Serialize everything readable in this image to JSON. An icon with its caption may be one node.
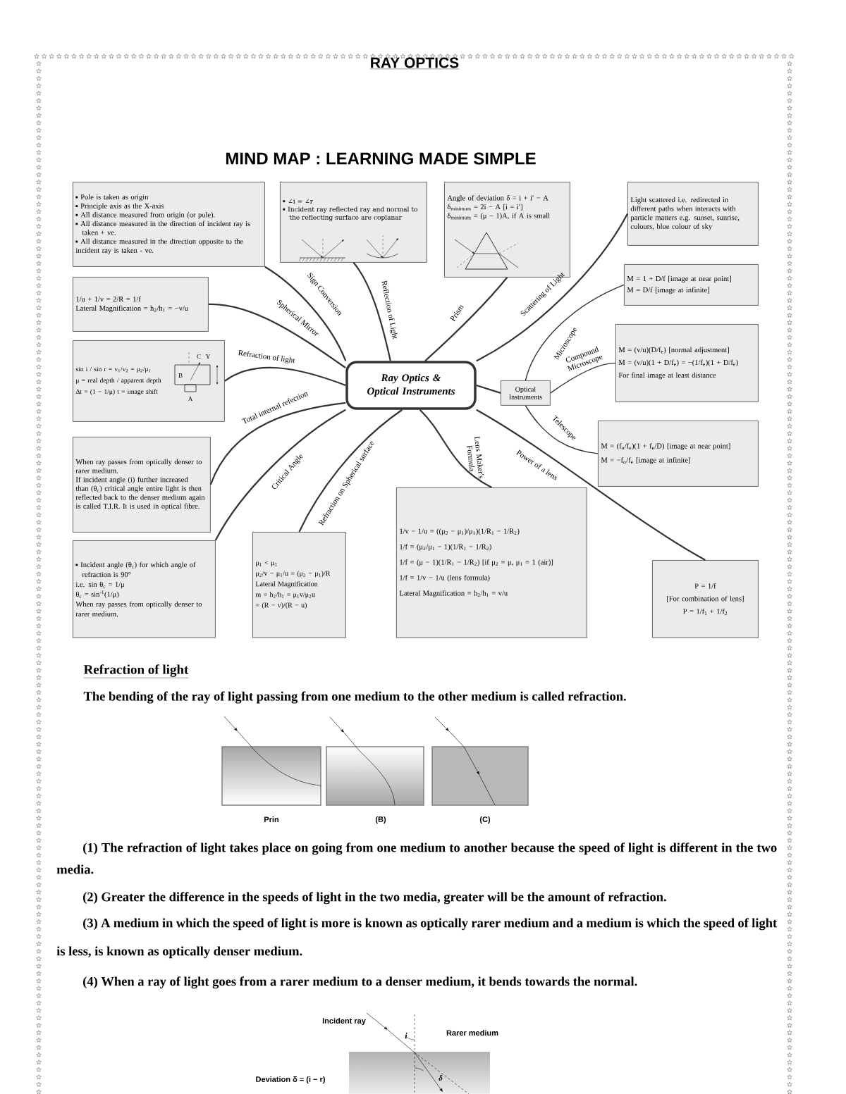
{
  "diagram": {
    "title": "RAY OPTICS",
    "nodes": [
      {
        "text": [
          "Ray Optics & Optical Instruments"
        ]
      },
      {
        "text": [
          "Pole is taken as origin",
          "Principle axis as the X-axis",
          "All distance measured from origin (or pole).",
          "All distance measured in the direction of incident ray is taken + ve.",
          "All distance measured in the direction opposite to the incident ray is taken - ve."
        ]
      },
      {
        "text": [
          "∠i = ∠r",
          "Incident ray reflected ray and normal to the reflecting surface are coplanar"
        ]
      },
      {
        "text": [
          "Angle of deviation δ = i + i′ − A",
          "δ$_{minimum}$ = 2i − A [i = i′]",
          "δ$_{minimum}$ = (μ − 1)A, if A is small"
        ]
      },
      {
        "text": [
          "Light scattered i.e. redirected in different paths when interacts with particle matters e.g. sunset, sunrise, colours, blue colour of sky"
        ]
      },
      {
        "text": [
          "1/u + 1/v = 2/R = 1/f",
          "Lateral Magnification = h$_{2}$/h$_{1}$ = −v/u"
        ]
      },
      {
        "text": [
          "sin i / sin r = v$_{1}$/v$_{2}$ = μ$_{2}$/μ$_{1}$",
          "μ = real depth / apparent depth",
          "Δt = (1 − 1/μ) t = image shift"
        ]
      },
      {
        "text": [
          "When ray passes from optically denser to rarer medium.",
          "If incident angle (i) further increased than (θ$_{c}$) critical angle entire light is then reflected back to the denser medium again is called T.I.R. It is used in optical fibre."
        ]
      },
      {
        "text": [
          "Incident angle (θ$_{c}$) for which angle of refraction is 90°",
          "i.e. sin θ$_{c}$ = 1/μ",
          "θ$_{c}$ = sin$^{-1}$(1/μ)",
          "When ray passes from optically denser to rarer medium."
        ]
      },
      {
        "text": [
          "μ$_{1}$ < μ$_{2}$",
          "μ$_{2}$/v − μ$_{1}$/u = (μ$_{2}$ − μ$_{1}$)/R",
          "Lateral Magnification",
          "m = h$_{2}$/h$_{1}$ = μ$_{1}$v/μ$_{2}$u",
          "= (R − v)/(R − u)"
        ]
      },
      {
        "text": [
          "1/v − 1/u = ((μ$_{2}$ − μ$_{1}$)/μ$_{1}$)(1/R$_{1}$ − 1/R$_{2}$)",
          "1/f = (μ$_{2}$/μ$_{1}$ − 1)(1/R$_{1}$ − 1/R$_{2}$)",
          "1/f = (μ − 1)(1/R$_{1}$ − 1/R$_{2}$) [if μ$_{2}$ = μ, μ$_{1}$ = 1 (air)]",
          "1/f = 1/v − 1/u (lens formula)",
          "Lateral Magnification = h$_{2}$/h$_{1}$ = v/u"
        ]
      },
      {
        "text": [
          "P = 1/f",
          "[For combination of lens]",
          "P = 1/f$_{1}$ + 1/f$_{2}$"
        ]
      },
      {
        "text": [
          "Optical Instruments"
        ]
      },
      {
        "text": [
          "M = 1 + D/f [image at near point]",
          "M = D/f [image at infinite]"
        ]
      },
      {
        "text": [
          "M = (v/u)(D/f$_{e}$) [normal adjustment]",
          "M = (v/u)(1 + D/f$_{e}$) = −(1/f$_{e}$)(1 + D/f$_{e}$)",
          "For final image at least distance"
        ]
      },
      {
        "text": [
          "M = (f$_{o}$/f$_{e}$)(1 + f$_{e}$/D) [image at near point]",
          "M = −f$_{o}$/f$_{e}$ [image at infinite]"
        ]
      }
    ],
    "edges": [
      {
        "from": 0,
        "to": 1,
        "arrow": "none",
        "label": "Sign Conversion"
      },
      {
        "from": 0,
        "to": 2,
        "arrow": "none",
        "label": "Reflection of Light"
      },
      {
        "from": 0,
        "to": 3,
        "arrow": "none",
        "label": "Prism"
      },
      {
        "from": 0,
        "to": 4,
        "arrow": "none",
        "label": "Scattering of Light"
      },
      {
        "from": 0,
        "to": 5,
        "arrow": "none",
        "label": "Spherical Mirror"
      },
      {
        "from": 0,
        "to": 6,
        "arrow": "none",
        "label": "Refraction of light"
      },
      {
        "from": 0,
        "to": 7,
        "arrow": "none",
        "label": "Total internal refection"
      },
      {
        "from": 0,
        "to": 8,
        "arrow": "none",
        "label": "Critical Angle"
      },
      {
        "from": 0,
        "to": 9,
        "arrow": "none",
        "label": "Refraction on Spherical surface"
      },
      {
        "from": 0,
        "to": 10,
        "arrow": "none",
        "label": "Lens Maker's Formula"
      },
      {
        "from": 0,
        "to": 11,
        "arrow": "none",
        "label": "Power of a lens"
      },
      {
        "from": 0,
        "to": 12,
        "arrow": "none"
      },
      {
        "from": 12,
        "to": 13,
        "arrow": "none",
        "label": "Microscope"
      },
      {
        "from": 12,
        "to": 14,
        "arrow": "none",
        "label": "Compound Microscope"
      },
      {
        "from": 12,
        "to": 15,
        "arrow": "none",
        "label": "Telescope"
      }
    ],
    "labels": [
      "MIND MAP : LEARNING MADE SIMPLE",
      "C",
      "Y",
      "B",
      "A",
      "Refraction of light",
      "The bending of the ray of light passing from one medium to the other medium is called refraction.",
      "Prin",
      "(B)",
      "(C)",
      "(1) The refraction of light takes place on going from one medium to another because the speed of light is different in the two media.",
      "(2) Greater the difference in the speeds of light in the two media, greater will be the amount of refraction.",
      "(3) A medium in which the speed of light is more is known as optically rarer medium and a medium is which the speed of light is less, is known as optically denser medium.",
      "(4) When a ray of light goes from a rarer medium to a denser medium, it bends towards the normal.",
      "Incident ray",
      "i",
      "Rarer medium",
      "Deviation δ = (i − r)",
      "δ"
    ]
  }
}
